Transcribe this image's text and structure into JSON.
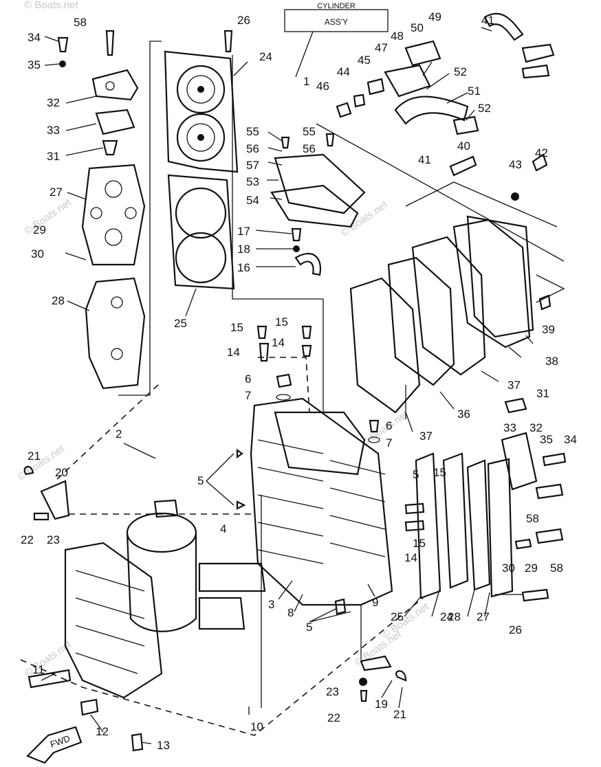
{
  "title_box": {
    "line1": "CYLINDER",
    "line2": "ASS'Y"
  },
  "fwd_label": "FWD",
  "watermark": "© Boats.net",
  "callouts": [
    "1",
    "2",
    "3",
    "4",
    "5",
    "5",
    "5",
    "6",
    "6",
    "7",
    "7",
    "8",
    "9",
    "10",
    "11",
    "12",
    "13",
    "14",
    "14",
    "14",
    "15",
    "15",
    "15",
    "15",
    "16",
    "17",
    "18",
    "19",
    "20",
    "21",
    "21",
    "22",
    "22",
    "23",
    "23",
    "24",
    "24",
    "25",
    "25",
    "26",
    "26",
    "27",
    "27",
    "28",
    "28",
    "29",
    "29",
    "30",
    "30",
    "31",
    "31",
    "32",
    "32",
    "33",
    "33",
    "34",
    "34",
    "35",
    "35",
    "36",
    "37",
    "37",
    "38",
    "39",
    "40",
    "41",
    "41",
    "42",
    "43",
    "44",
    "45",
    "46",
    "47",
    "48",
    "49",
    "50",
    "51",
    "52",
    "52",
    "53",
    "54",
    "55",
    "55",
    "56",
    "56",
    "57",
    "58",
    "58",
    "58"
  ]
}
